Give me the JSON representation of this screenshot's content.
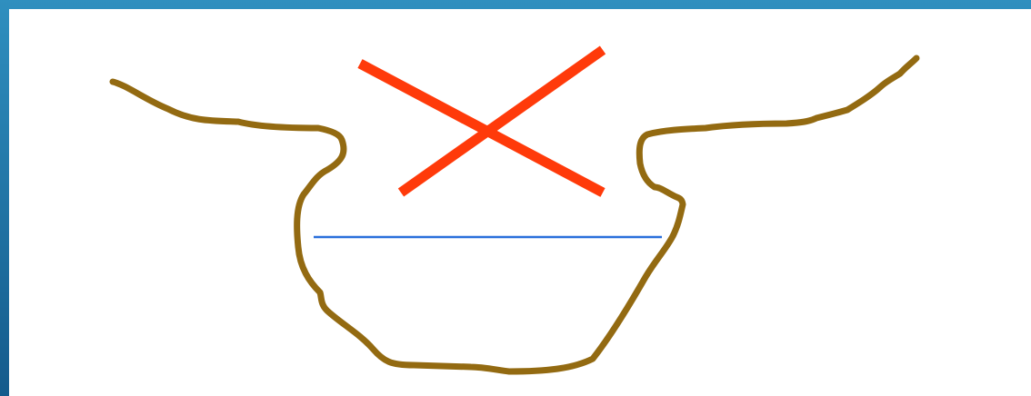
{
  "diagram": {
    "colors": {
      "frame_top": "#2f8fbf",
      "frame_bottom": "#145b8c",
      "background": "#ffffff",
      "terrain_outline": "#936a11",
      "cross_mark": "#ff3a0a",
      "water_line": "#2a6fdb"
    },
    "shapes": [
      {
        "name": "terrain-outline",
        "kind": "hand-drawn curve"
      },
      {
        "name": "cross-mark",
        "kind": "X mark"
      },
      {
        "name": "water-line",
        "kind": "horizontal line"
      }
    ]
  }
}
